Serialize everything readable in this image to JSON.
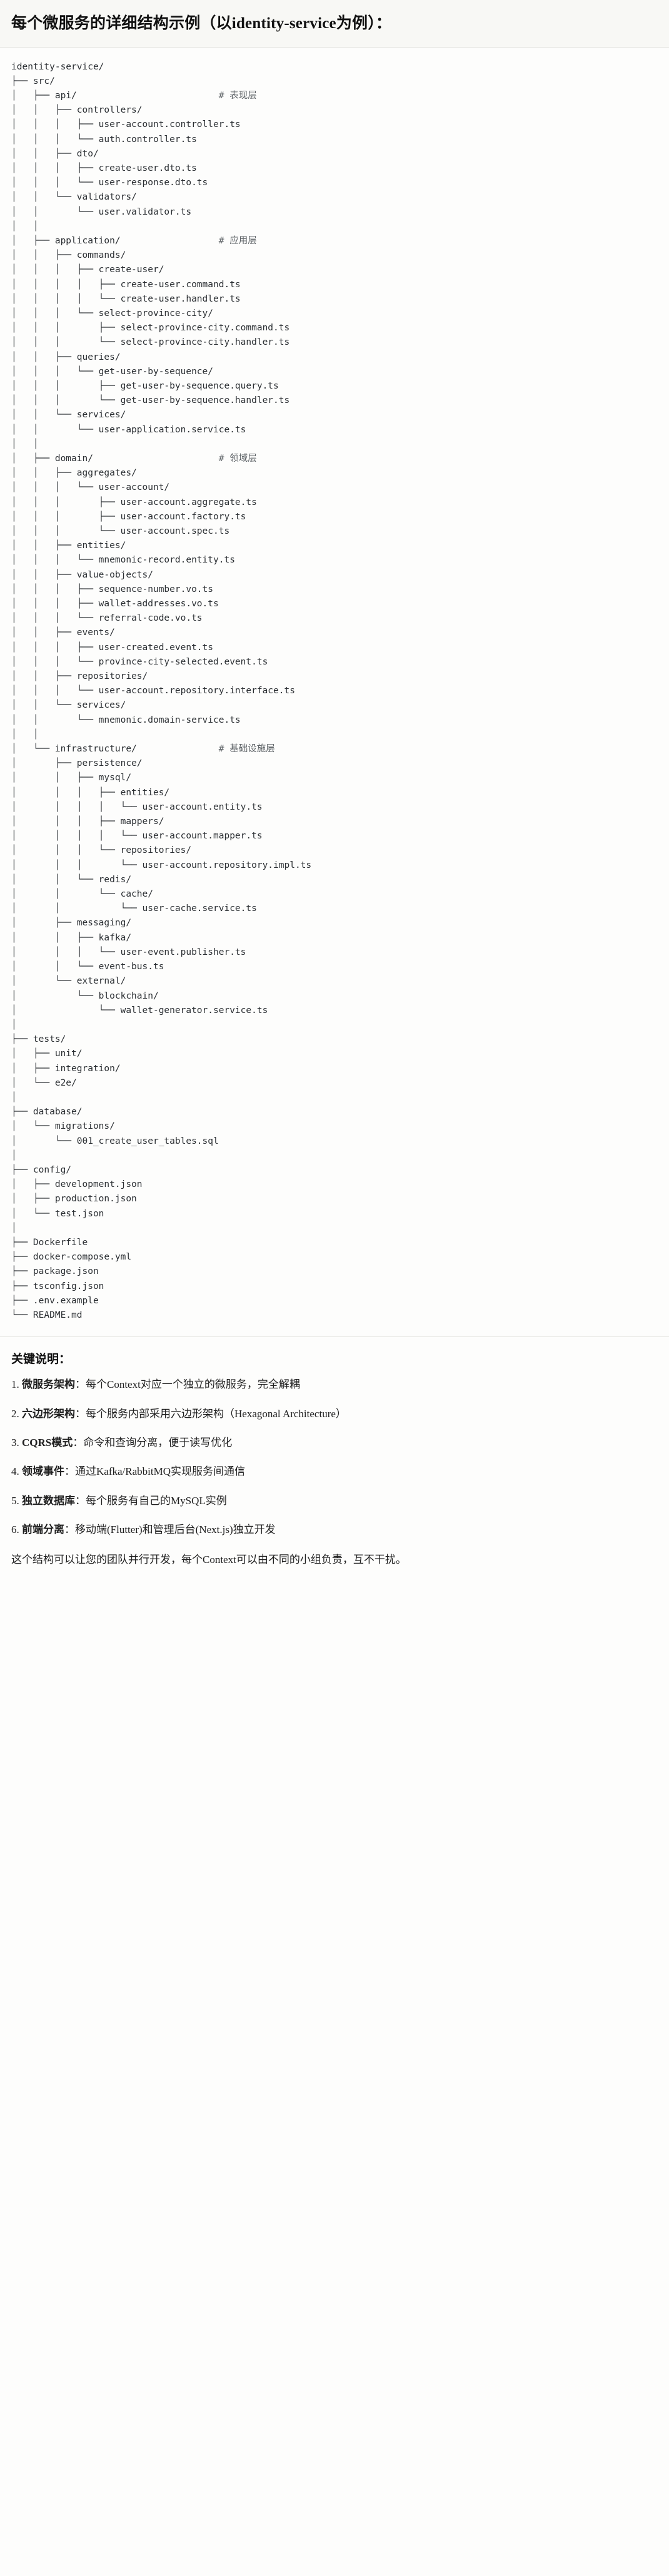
{
  "header": {
    "title": "每个微服务的详细结构示例（以identity-service为例）："
  },
  "tree": {
    "root_label": "identity-service/",
    "text": "identity-service/\n├── src/\n│   ├── api/                          # 表现层\n│   │   ├── controllers/\n│   │   │   ├── user-account.controller.ts\n│   │   │   └── auth.controller.ts\n│   │   ├── dto/\n│   │   │   ├── create-user.dto.ts\n│   │   │   └── user-response.dto.ts\n│   │   └── validators/\n│   │       └── user.validator.ts\n│   │\n│   ├── application/                  # 应用层\n│   │   ├── commands/\n│   │   │   ├── create-user/\n│   │   │   │   ├── create-user.command.ts\n│   │   │   │   └── create-user.handler.ts\n│   │   │   └── select-province-city/\n│   │   │       ├── select-province-city.command.ts\n│   │   │       └── select-province-city.handler.ts\n│   │   ├── queries/\n│   │   │   └── get-user-by-sequence/\n│   │   │       ├── get-user-by-sequence.query.ts\n│   │   │       └── get-user-by-sequence.handler.ts\n│   │   └── services/\n│   │       └── user-application.service.ts\n│   │\n│   ├── domain/                       # 领域层\n│   │   ├── aggregates/\n│   │   │   └── user-account/\n│   │   │       ├── user-account.aggregate.ts\n│   │   │       ├── user-account.factory.ts\n│   │   │       └── user-account.spec.ts\n│   │   ├── entities/\n│   │   │   └── mnemonic-record.entity.ts\n│   │   ├── value-objects/\n│   │   │   ├── sequence-number.vo.ts\n│   │   │   ├── wallet-addresses.vo.ts\n│   │   │   └── referral-code.vo.ts\n│   │   ├── events/\n│   │   │   ├── user-created.event.ts\n│   │   │   └── province-city-selected.event.ts\n│   │   ├── repositories/\n│   │   │   └── user-account.repository.interface.ts\n│   │   └── services/\n│   │       └── mnemonic.domain-service.ts\n│   │\n│   └── infrastructure/               # 基础设施层\n│       ├── persistence/\n│       │   ├── mysql/\n│       │   │   ├── entities/\n│       │   │   │   └── user-account.entity.ts\n│       │   │   ├── mappers/\n│       │   │   │   └── user-account.mapper.ts\n│       │   │   └── repositories/\n│       │   │       └── user-account.repository.impl.ts\n│       │   └── redis/\n│       │       └── cache/\n│       │           └── user-cache.service.ts\n│       ├── messaging/\n│       │   ├── kafka/\n│       │   │   └── user-event.publisher.ts\n│       │   └── event-bus.ts\n│       └── external/\n│           └── blockchain/\n│               └── wallet-generator.service.ts\n│\n├── tests/\n│   ├── unit/\n│   ├── integration/\n│   └── e2e/\n│\n├── database/\n│   └── migrations/\n│       └── 001_create_user_tables.sql\n│\n├── config/\n│   ├── development.json\n│   ├── production.json\n│   └── test.json\n│\n├── Dockerfile\n├── docker-compose.yml\n├── package.json\n├── tsconfig.json\n├── .env.example\n└── README.md",
    "comments": [
      "# 表现层",
      "# 应用层",
      "# 领域层",
      "# 基础设施层"
    ]
  },
  "notes": {
    "title": "关键说明：",
    "items": [
      {
        "num": "1.",
        "term": "微服务架构",
        "sep": "：",
        "body": "每个Context对应一个独立的微服务，完全解耦"
      },
      {
        "num": "2.",
        "term": "六边形架构",
        "sep": "：",
        "body": "每个服务内部采用六边形架构（Hexagonal Architecture）"
      },
      {
        "num": "3.",
        "term": "CQRS模式",
        "sep": "：",
        "body": "命令和查询分离，便于读写优化"
      },
      {
        "num": "4.",
        "term": "领域事件",
        "sep": "：",
        "body": "通过Kafka/RabbitMQ实现服务间通信"
      },
      {
        "num": "5.",
        "term": "独立数据库",
        "sep": "：",
        "body": "每个服务有自己的MySQL实例"
      },
      {
        "num": "6.",
        "term": "前端分离",
        "sep": "：",
        "body": "移动端(Flutter)和管理后台(Next.js)独立开发"
      }
    ],
    "closing": "这个结构可以让您的团队并行开发，每个Context可以由不同的小组负责，互不干扰。"
  },
  "colors": {
    "header_bg": "#f8f8f5",
    "page_bg": "#fdfdfc",
    "divider": "#e2e2dd",
    "code_text": "#2b2f33",
    "comment_text": "#5d6266"
  }
}
